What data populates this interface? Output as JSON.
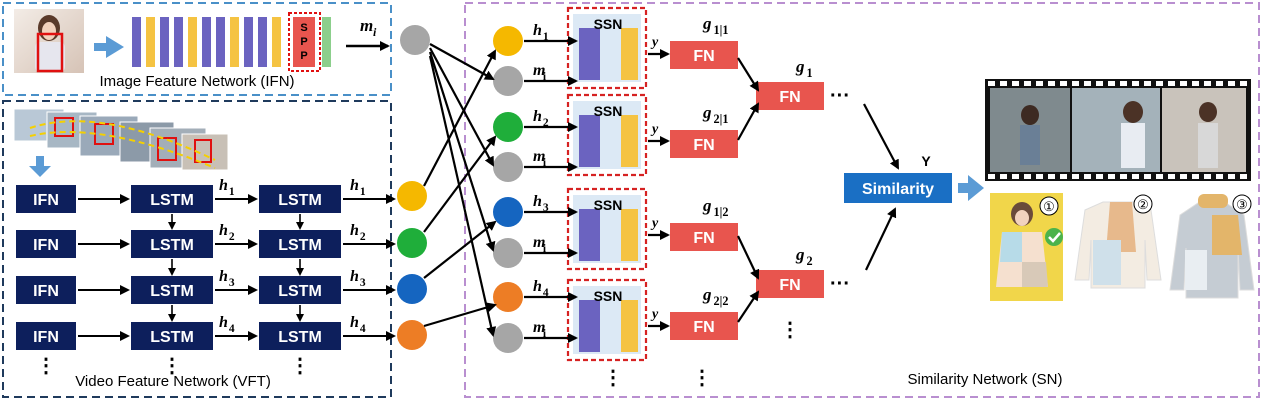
{
  "ifn_label": "Image Feature Network (IFN)",
  "vft_label": "Video Feature Network (VFT)",
  "sn_label": "Similarity Network (SN)",
  "spp_letters": [
    "S",
    "P",
    "P"
  ],
  "ifn_box": "IFN",
  "lstm_box": "LSTM",
  "ssn_box": "SSN",
  "fn_box": "FN",
  "similarity_box": "Similarity",
  "similarity_output": "Y",
  "m_symbol": "m",
  "m_sub": "i",
  "h_symbol": "h",
  "h_subs": [
    "1",
    "2",
    "3",
    "4"
  ],
  "y_symbol": "y",
  "g_symbol": "g",
  "g_subs": [
    "1|1",
    "2|1",
    "1|2",
    "2|2"
  ],
  "g_final_subs": [
    "1",
    "2"
  ],
  "ellipsis": "···",
  "vellipsis": "⋮",
  "rank_badges": [
    "①",
    "②",
    "③"
  ],
  "colors": {
    "ifn_border": "#4a90c8",
    "vft_border": "#1f3a5c",
    "sn_border": "#b98fd0",
    "navy": "#0d1f5c",
    "fn_red": "#e8554e",
    "similarity_blue": "#1a6fc4",
    "arrow_blue": "#5b9bd5",
    "ssn_bg": "#dce9f5",
    "ssn_dash": "#d62222",
    "bar_purple": "#6b63c0",
    "bar_yellow": "#f5c342",
    "bar_green": "#8ccf8c",
    "spp_red": "#e8554e",
    "node_gray": "#a6a6a6",
    "node_yellow": "#f5b800",
    "node_green": "#1fae3a",
    "node_blue": "#1565c0",
    "node_orange": "#ed7d25"
  }
}
